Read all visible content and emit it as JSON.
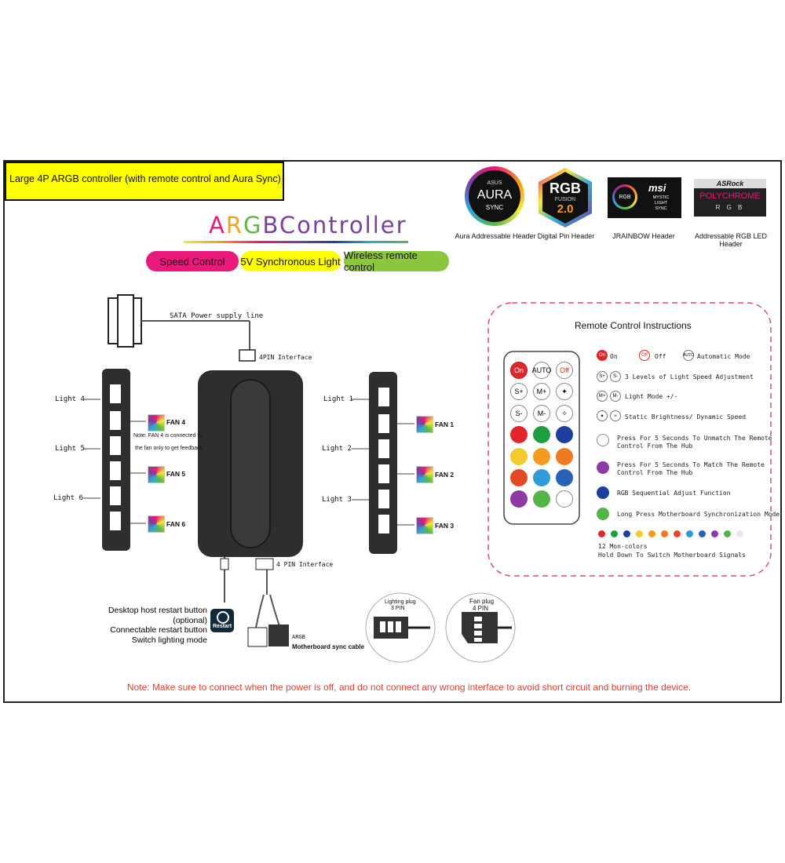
{
  "header": {
    "product_title": "Large 4P ARGB controller (with remote control and Aura Sync)",
    "main_title_letters": [
      "A",
      "R",
      "G",
      "B",
      "Controller"
    ],
    "tags": [
      "Speed  Control",
      "5V Synchronous Light",
      "Wireless remote control"
    ]
  },
  "logos": [
    {
      "text": "AURA",
      "sub": "SYNC",
      "brand": "ASUS",
      "caption": "Aura Addressable Header"
    },
    {
      "text": "RGB",
      "sub": "FUSION",
      "ver": "2.0",
      "caption": "Digital Pin Header"
    },
    {
      "text": "msi",
      "sub1": "MYSTIC",
      "sub2": "LIGHT",
      "sub3": "SYNC",
      "badge": "RGB",
      "caption": "JRAINBOW Header"
    },
    {
      "text": "ASRock",
      "sub": "POLYCHROME",
      "rgb": "R  G  B",
      "caption": "Addressable RGB LED Header"
    }
  ],
  "diagram": {
    "sata_label": "SATA",
    "sata_text": "Power supply line",
    "pin4_top": "4PIN Interface",
    "pin4_bottom": "4 PIN Interface",
    "left_lights": [
      "Light  4",
      "Light  5",
      "Light  6"
    ],
    "right_lights": [
      "Light  1",
      "Light  2",
      "Light  3"
    ],
    "left_fans": [
      "FAN 4",
      "FAN 5",
      "FAN 6"
    ],
    "right_fans": [
      "FAN 1",
      "FAN 2",
      "FAN 3"
    ],
    "fan4_note1": "Note: FAN 4 is connected to",
    "fan4_note2": "the fan only to get feedback",
    "restart_label1": "Desktop host restart button (optional)",
    "restart_label2": "Connectable restart button",
    "restart_label3": "Switch lighting mode",
    "restart_icon_text": "Restart",
    "argb_label": "ARGB",
    "sync_cable": "Motherboard sync cable",
    "lighting_plug": "Lighting plug",
    "lighting_pins": "3 PIN",
    "fan_plug": "Fan plug",
    "fan_pins": "4 PIN"
  },
  "remote": {
    "title": "Remote Control Instructions",
    "buttons_row1": [
      "On",
      "AUTO",
      "Off"
    ],
    "buttons_row2": [
      "S+",
      "M+"
    ],
    "buttons_row3": [
      "S-",
      "M-"
    ],
    "color_buttons": [
      "#e0252b",
      "#1e9e3f",
      "#1f3f9c",
      "#f2cc2c",
      "#f39a1f",
      "#ee7a22",
      "#e24a24",
      "#2f9bd8",
      "#2a61b4",
      "#8d3aa4",
      "#55b447",
      "#ffffff"
    ],
    "instr_on": "On",
    "instr_off": "Off",
    "instr_auto": "Automatic Mode",
    "instr_speed": "3 Levels of Light Speed Adjustment",
    "instr_mode": "Light Mode +/-",
    "instr_static": "Static Brightness/ Dynamic Speed",
    "instr_white1": "Press For 5 Seconds To Unmatch The Remote",
    "instr_white2": "Control From The Hub",
    "instr_purple1": "Press For 5 Seconds To Match The Remote",
    "instr_purple2": "Control From The Hub",
    "instr_blue": "RGB Sequential Adjust Function",
    "instr_green": "Long Press Motherboard Synchronization Mode",
    "dots": [
      "#e0252b",
      "#1e9e3f",
      "#1f3f9c",
      "#f2cc2c",
      "#f39a1f",
      "#ee7a22",
      "#e24a24",
      "#2f9bd8",
      "#2a61b4",
      "#8d3aa4",
      "#55b447",
      "#e8e8e8"
    ],
    "non_colors": "12 Mon-colors",
    "hold_down": "Hold Down To Switch Motherboard Signals"
  },
  "footer_note": "Note: Make sure to connect when the power is off, and do not connect any wrong interface to avoid short circuit and burning the device.",
  "colors": {
    "accent_red": "#e63c2e",
    "pink": "#e8197a",
    "yellow": "#ffff00",
    "green": "#8cc63f",
    "dashed": "#e0478a"
  }
}
